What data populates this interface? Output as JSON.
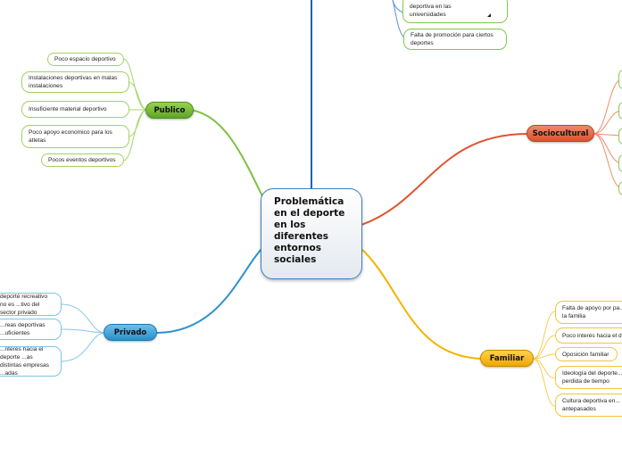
{
  "central": {
    "label": "Problemática en el deporte en los diferentes entornos sociales"
  },
  "colors": {
    "publico": "#6aae2e",
    "privado": "#2b92cf",
    "sociocultural": "#e0552f",
    "familiar": "#f3b300",
    "top": "#1f62b5"
  },
  "top_branch": {
    "leaves": [
      {
        "label": "Falta de insfrestructura deportiva en las universidades"
      },
      {
        "label": "Falta de promoción para ciertos deportes"
      }
    ]
  },
  "publico": {
    "label": "Publico",
    "leaves": [
      {
        "label": "Poco espacio deportivo"
      },
      {
        "label": "Instalaciones deportivas en malas instalaciones"
      },
      {
        "label": "Insuficiente material deportivo"
      },
      {
        "label": "Poco apoyo economico para los atletas"
      },
      {
        "label": "Pocos eventos deportivos"
      }
    ]
  },
  "privado": {
    "label": "Privado",
    "leaves": [
      {
        "label": "deporté recreativo no es ...tivo del sector privado"
      },
      {
        "label": "...reas deportivas ...uficientes"
      },
      {
        "label": "...nterés hacia el deporte ...as distintas empresas ...adas"
      }
    ]
  },
  "sociocultural": {
    "label": "Sociocultural"
  },
  "familiar": {
    "label": "Familiar",
    "leaves": [
      {
        "label": "Falta de apoyo por pa... la familia"
      },
      {
        "label": "Poco interés hacia el d..."
      },
      {
        "label": "Oposición familiar"
      },
      {
        "label": "Ideología del deporte... perdida de tiempo"
      },
      {
        "label": "Cultura deportiva en... antepasados"
      }
    ]
  }
}
